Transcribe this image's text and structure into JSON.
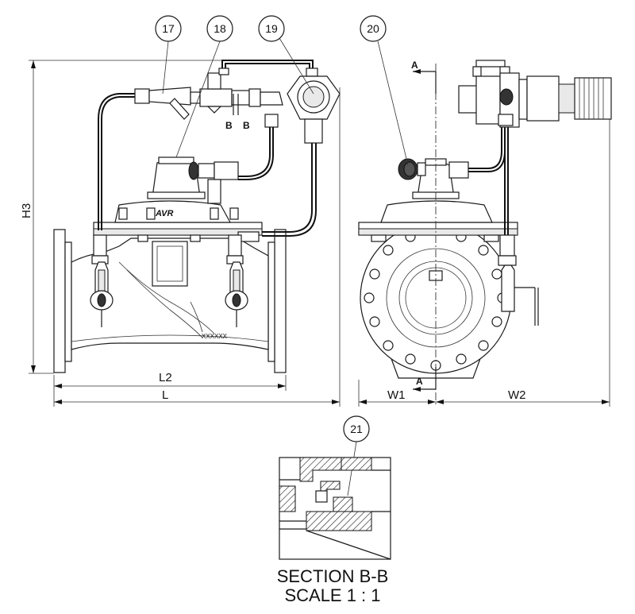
{
  "balloons": [
    "17",
    "18",
    "19",
    "20",
    "21"
  ],
  "dimensions": {
    "height": "H3",
    "length_inner": "L2",
    "length": "L",
    "width_left": "W1",
    "width_right": "W2"
  },
  "section_markers": {
    "b_left": "B",
    "b_right": "B",
    "a_top": "A",
    "a_bottom": "A"
  },
  "brand_logo": "AVR",
  "caption": {
    "title": "SECTION B-B",
    "scale": "SCALE 1 : 1"
  }
}
